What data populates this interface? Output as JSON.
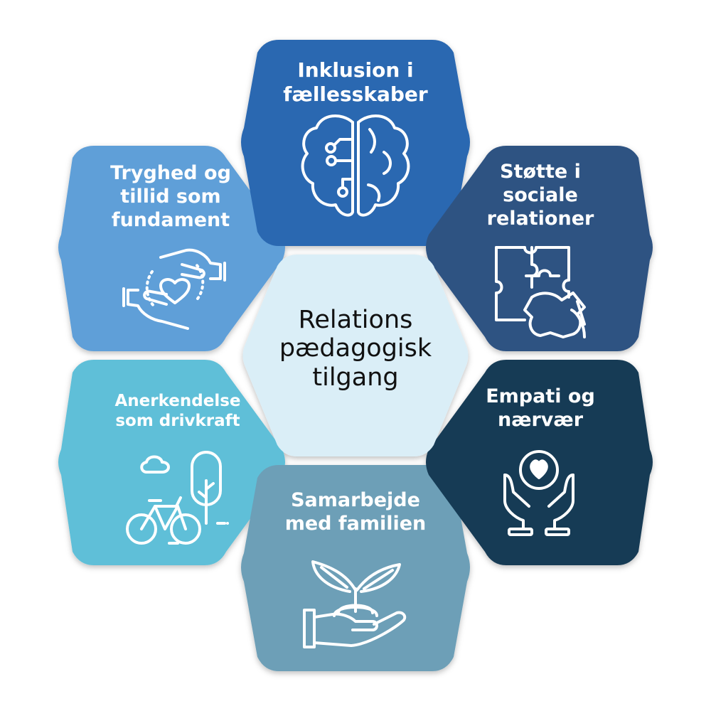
{
  "center": {
    "label": "Relations\npædagogisk\ntilgang",
    "color": "#DAEEF7"
  },
  "tiles": {
    "top": {
      "label": "Inklusion i\nfællesskaber",
      "color": "#2A67B1",
      "icon": "brain-circuit-icon"
    },
    "upper_right": {
      "label": "Støtte i\nsociale\nrelationer",
      "color": "#2F5282",
      "icon": "puzzle-icon"
    },
    "lower_right": {
      "label": "Empati og\nnærvær",
      "color": "#163A54",
      "icon": "hands-heart-icon"
    },
    "bottom": {
      "label": "Samarbejde\nmed familien",
      "color": "#6D9FB7",
      "icon": "hand-plant-icon"
    },
    "lower_left": {
      "label": "Anerkendelse\nsom drivkraft",
      "color": "#5EBFD8",
      "icon": "bicycle-tree-icon"
    },
    "upper_left": {
      "label": "Tryghed og\ntillid som\nfundament",
      "color": "#5F9FD8",
      "icon": "caring-hands-heart-icon"
    }
  }
}
